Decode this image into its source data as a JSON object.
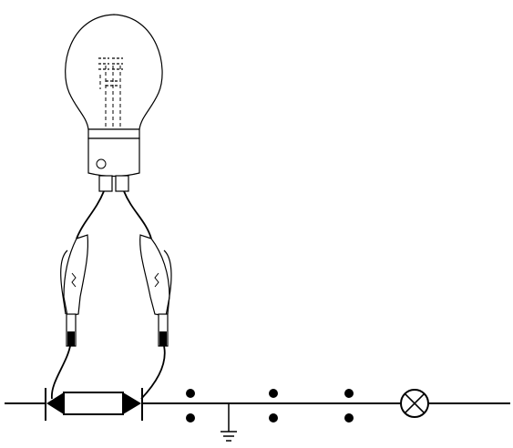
{
  "diagram": {
    "components": [
      {
        "id": "bulb",
        "icon": "light-bulb-icon"
      },
      {
        "id": "lamp-socket",
        "icon": "lamp-socket-icon"
      },
      {
        "id": "left-clip",
        "icon": "alligator-clip-icon"
      },
      {
        "id": "right-clip",
        "icon": "alligator-clip-icon"
      },
      {
        "id": "fuse",
        "icon": "cartridge-fuse-icon"
      },
      {
        "id": "ground",
        "icon": "ground-symbol-icon"
      },
      {
        "id": "lamp-symbol",
        "icon": "lamp-symbol-icon"
      }
    ],
    "colors": {
      "line": "#000000",
      "background": "#ffffff"
    }
  }
}
